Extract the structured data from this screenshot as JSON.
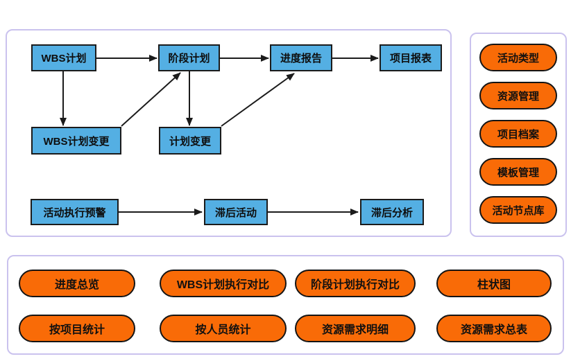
{
  "colors": {
    "node_fill": "#54afe3",
    "pill_fill": "#f96b07",
    "panel_border": "#cac2ee",
    "outline": "#1b1b1b"
  },
  "flow": {
    "nodes": [
      {
        "label": "WBS计划"
      },
      {
        "label": "阶段计划"
      },
      {
        "label": "进度报告"
      },
      {
        "label": "项目报表"
      },
      {
        "label": "WBS计划变更"
      },
      {
        "label": "计划变更"
      },
      {
        "label": "活动执行预警"
      },
      {
        "label": "滞后活动"
      },
      {
        "label": "滞后分析"
      }
    ],
    "edges": [
      {
        "from": "WBS计划",
        "to": "阶段计划"
      },
      {
        "from": "阶段计划",
        "to": "进度报告"
      },
      {
        "from": "进度报告",
        "to": "项目报表"
      },
      {
        "from": "WBS计划",
        "to": "WBS计划变更"
      },
      {
        "from": "阶段计划",
        "to": "计划变更"
      },
      {
        "from": "WBS计划变更",
        "to": "阶段计划"
      },
      {
        "from": "计划变更",
        "to": "进度报告"
      },
      {
        "from": "活动执行预警",
        "to": "滞后活动"
      },
      {
        "from": "滞后活动",
        "to": "滞后分析"
      }
    ]
  },
  "side_panel": {
    "items": [
      {
        "label": "活动类型"
      },
      {
        "label": "资源管理"
      },
      {
        "label": "项目档案"
      },
      {
        "label": "模板管理"
      },
      {
        "label": "活动节点库"
      }
    ]
  },
  "bottom_panel": {
    "items": [
      {
        "label": "进度总览"
      },
      {
        "label": "WBS计划执行对比"
      },
      {
        "label": "阶段计划执行对比"
      },
      {
        "label": "柱状图"
      },
      {
        "label": "按项目统计"
      },
      {
        "label": "按人员统计"
      },
      {
        "label": "资源需求明细"
      },
      {
        "label": "资源需求总表"
      }
    ]
  }
}
